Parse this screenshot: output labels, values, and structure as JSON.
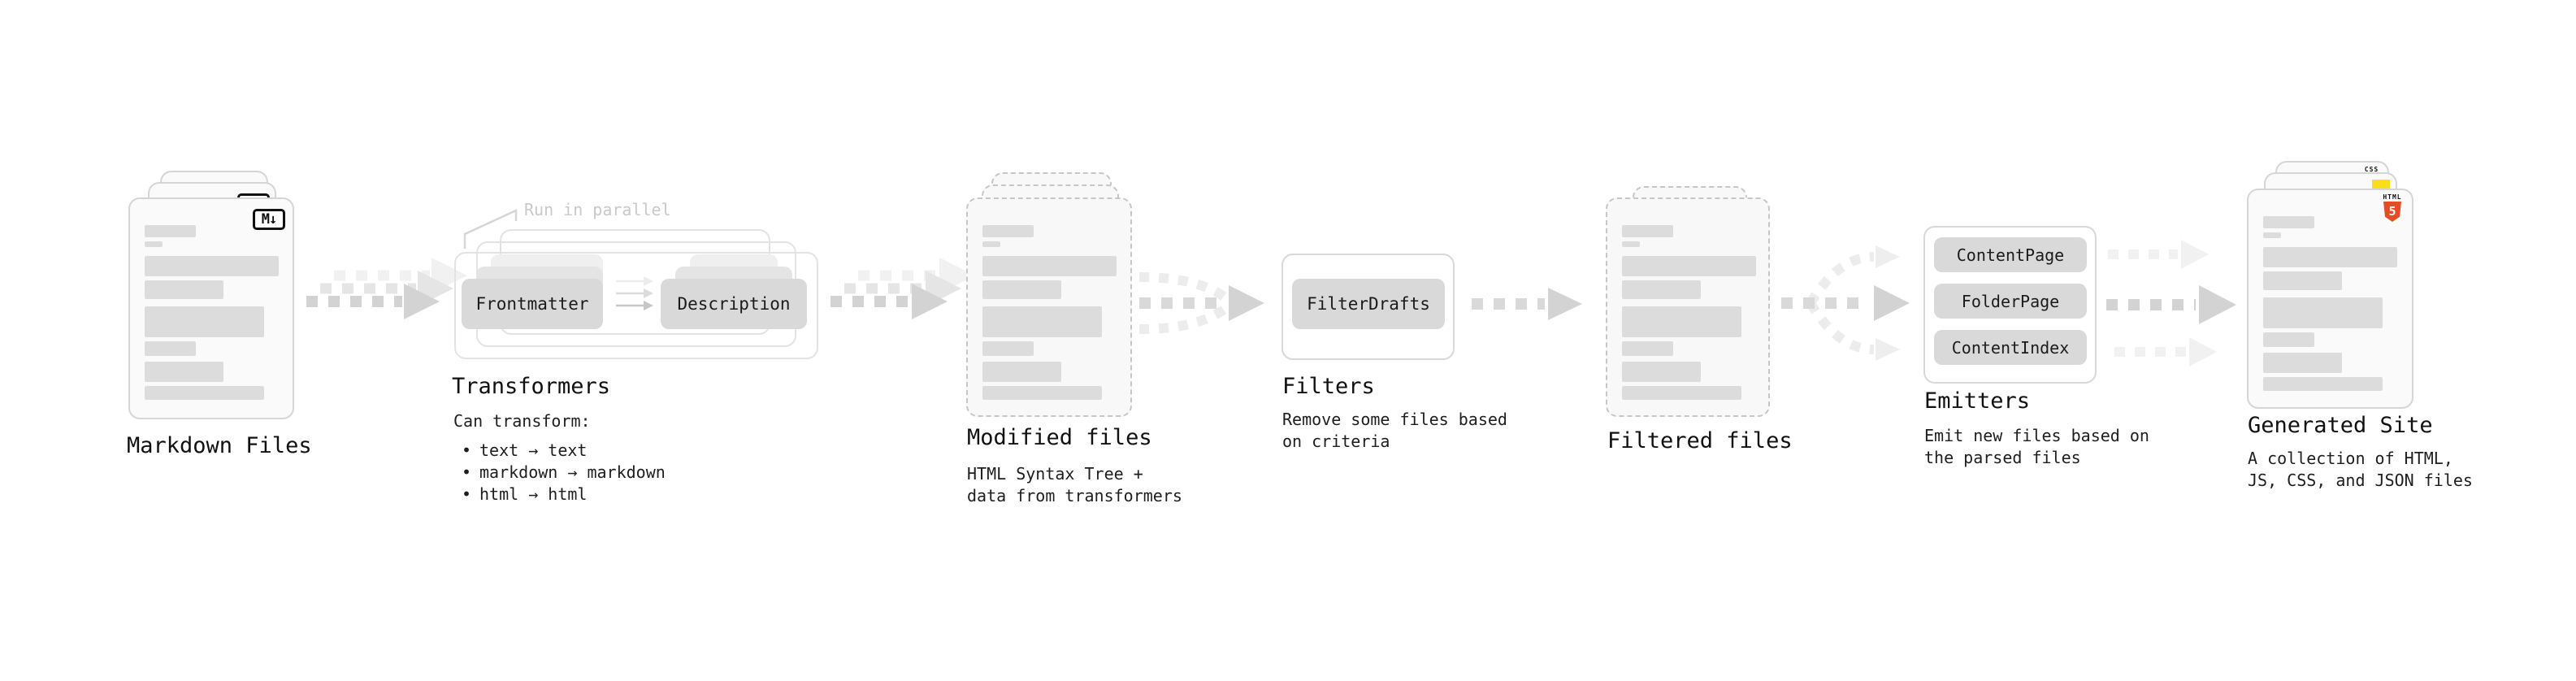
{
  "diagram": {
    "bullet_char": "•",
    "annotation_run_in_parallel": "Run in parallel",
    "colors": {
      "html5_orange": "#e44d26",
      "js_yellow": "#f7df1e",
      "css_blue": "#2965f1",
      "arrow_dark": "#d3d3d3",
      "arrow_light": "#ececec"
    },
    "sections": {
      "markdown_files": {
        "title": "Markdown Files",
        "badge": "M↓"
      },
      "transformers": {
        "title": "Transformers",
        "buttons": [
          "Frontmatter",
          "Description"
        ],
        "desc_heading": "Can transform:",
        "bullets": [
          "text → text",
          "markdown → markdown",
          "html → html"
        ]
      },
      "modified_files": {
        "title": "Modified files",
        "desc_lines": [
          "HTML Syntax Tree +",
          "data from transformers"
        ]
      },
      "filters": {
        "title": "Filters",
        "buttons": [
          "FilterDrafts"
        ],
        "desc_lines": [
          "Remove some files based",
          "on criteria"
        ]
      },
      "filtered_files": {
        "title": "Filtered files"
      },
      "emitters": {
        "title": "Emitters",
        "buttons": [
          "ContentPage",
          "FolderPage",
          "ContentIndex"
        ],
        "desc_lines": [
          "Emit new files based on",
          "the parsed files"
        ]
      },
      "generated_site": {
        "title": "Generated Site",
        "desc_lines": [
          "A collection of HTML,",
          "JS, CSS, and JSON files"
        ],
        "badges": {
          "css": "CSS",
          "html_label": "HTML",
          "html_number": "5"
        }
      }
    }
  }
}
